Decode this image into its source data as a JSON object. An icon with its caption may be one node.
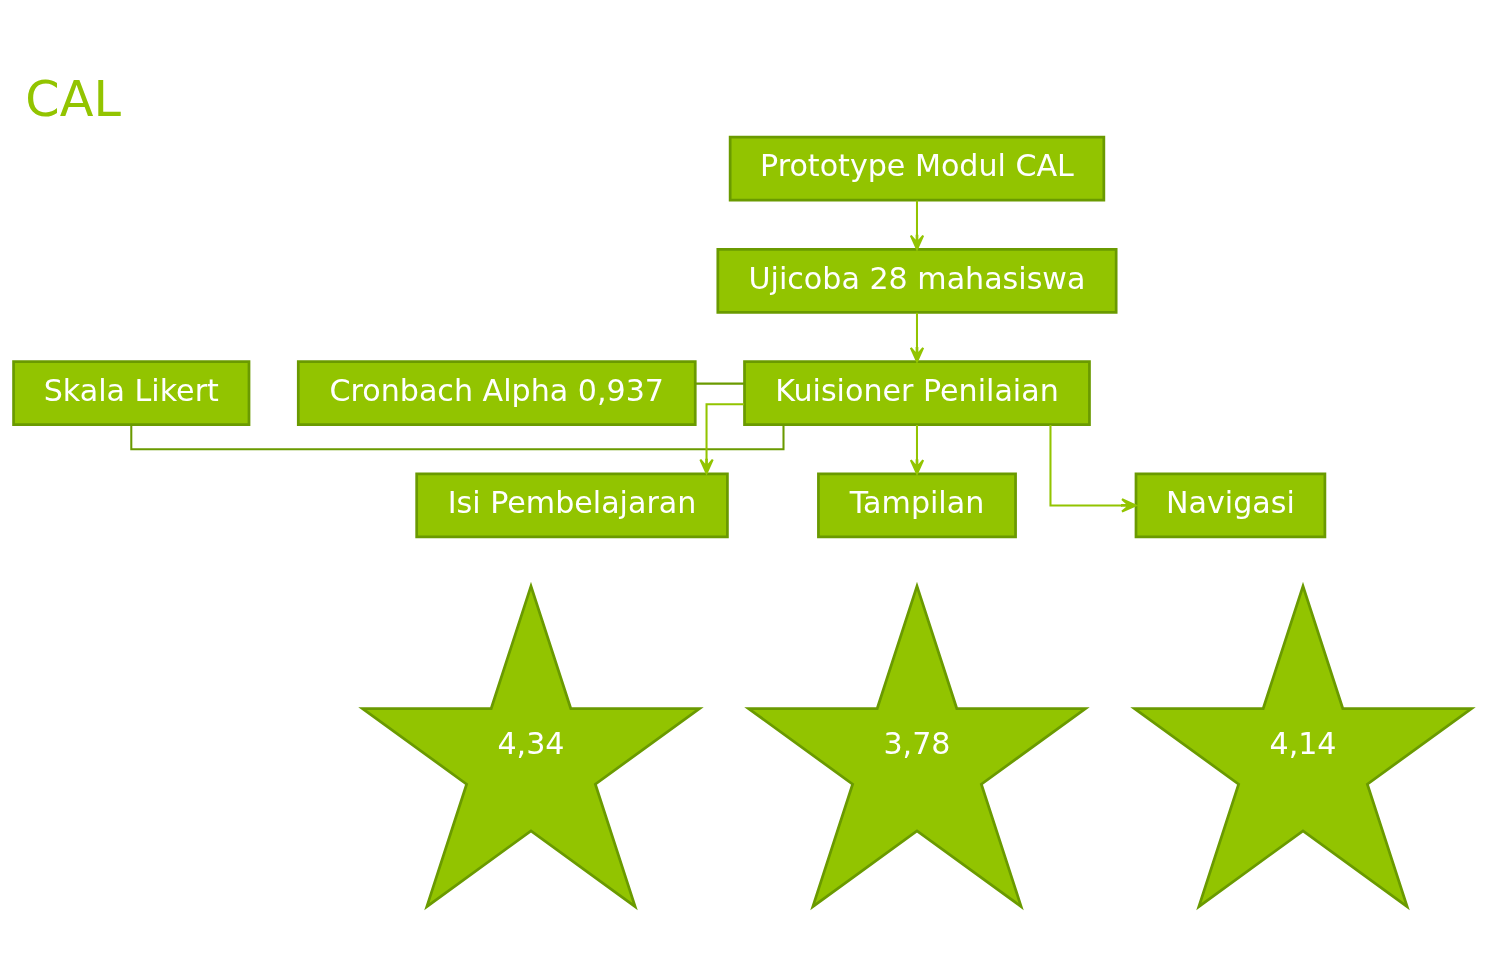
{
  "diagram": {
    "title": "CAL",
    "nodes": [
      {
        "text": [
          "Prototype Modul CAL"
        ]
      },
      {
        "text": [
          "Ujicoba 28 mahasiswa"
        ]
      },
      {
        "text": [
          "Skala Likert"
        ]
      },
      {
        "text": [
          "Kuisioner Penilaian"
        ]
      },
      {
        "text": [
          "Cronbach Alpha 0,937"
        ]
      },
      {
        "text": [
          "Isi Pembelajaran"
        ]
      },
      {
        "text": [
          "Tampilan"
        ]
      },
      {
        "text": [
          "Navigasi"
        ]
      },
      {
        "text": [
          "4,34"
        ]
      },
      {
        "text": [
          "3,78"
        ]
      },
      {
        "text": [
          "4,14"
        ]
      }
    ],
    "edges": [
      {
        "from": 0,
        "to": 1,
        "arrow": "to"
      },
      {
        "from": 1,
        "to": 3,
        "arrow": "to"
      },
      {
        "from": 2,
        "to": 3,
        "arrow": "none",
        "color": "#6a9a00"
      },
      {
        "from": 4,
        "to": 3,
        "arrow": "none",
        "color": "#6a9a00"
      },
      {
        "from": 3,
        "to": 5,
        "arrow": "to"
      },
      {
        "from": 3,
        "to": 6,
        "arrow": "to"
      },
      {
        "from": 3,
        "to": 7,
        "arrow": "to"
      }
    ]
  }
}
